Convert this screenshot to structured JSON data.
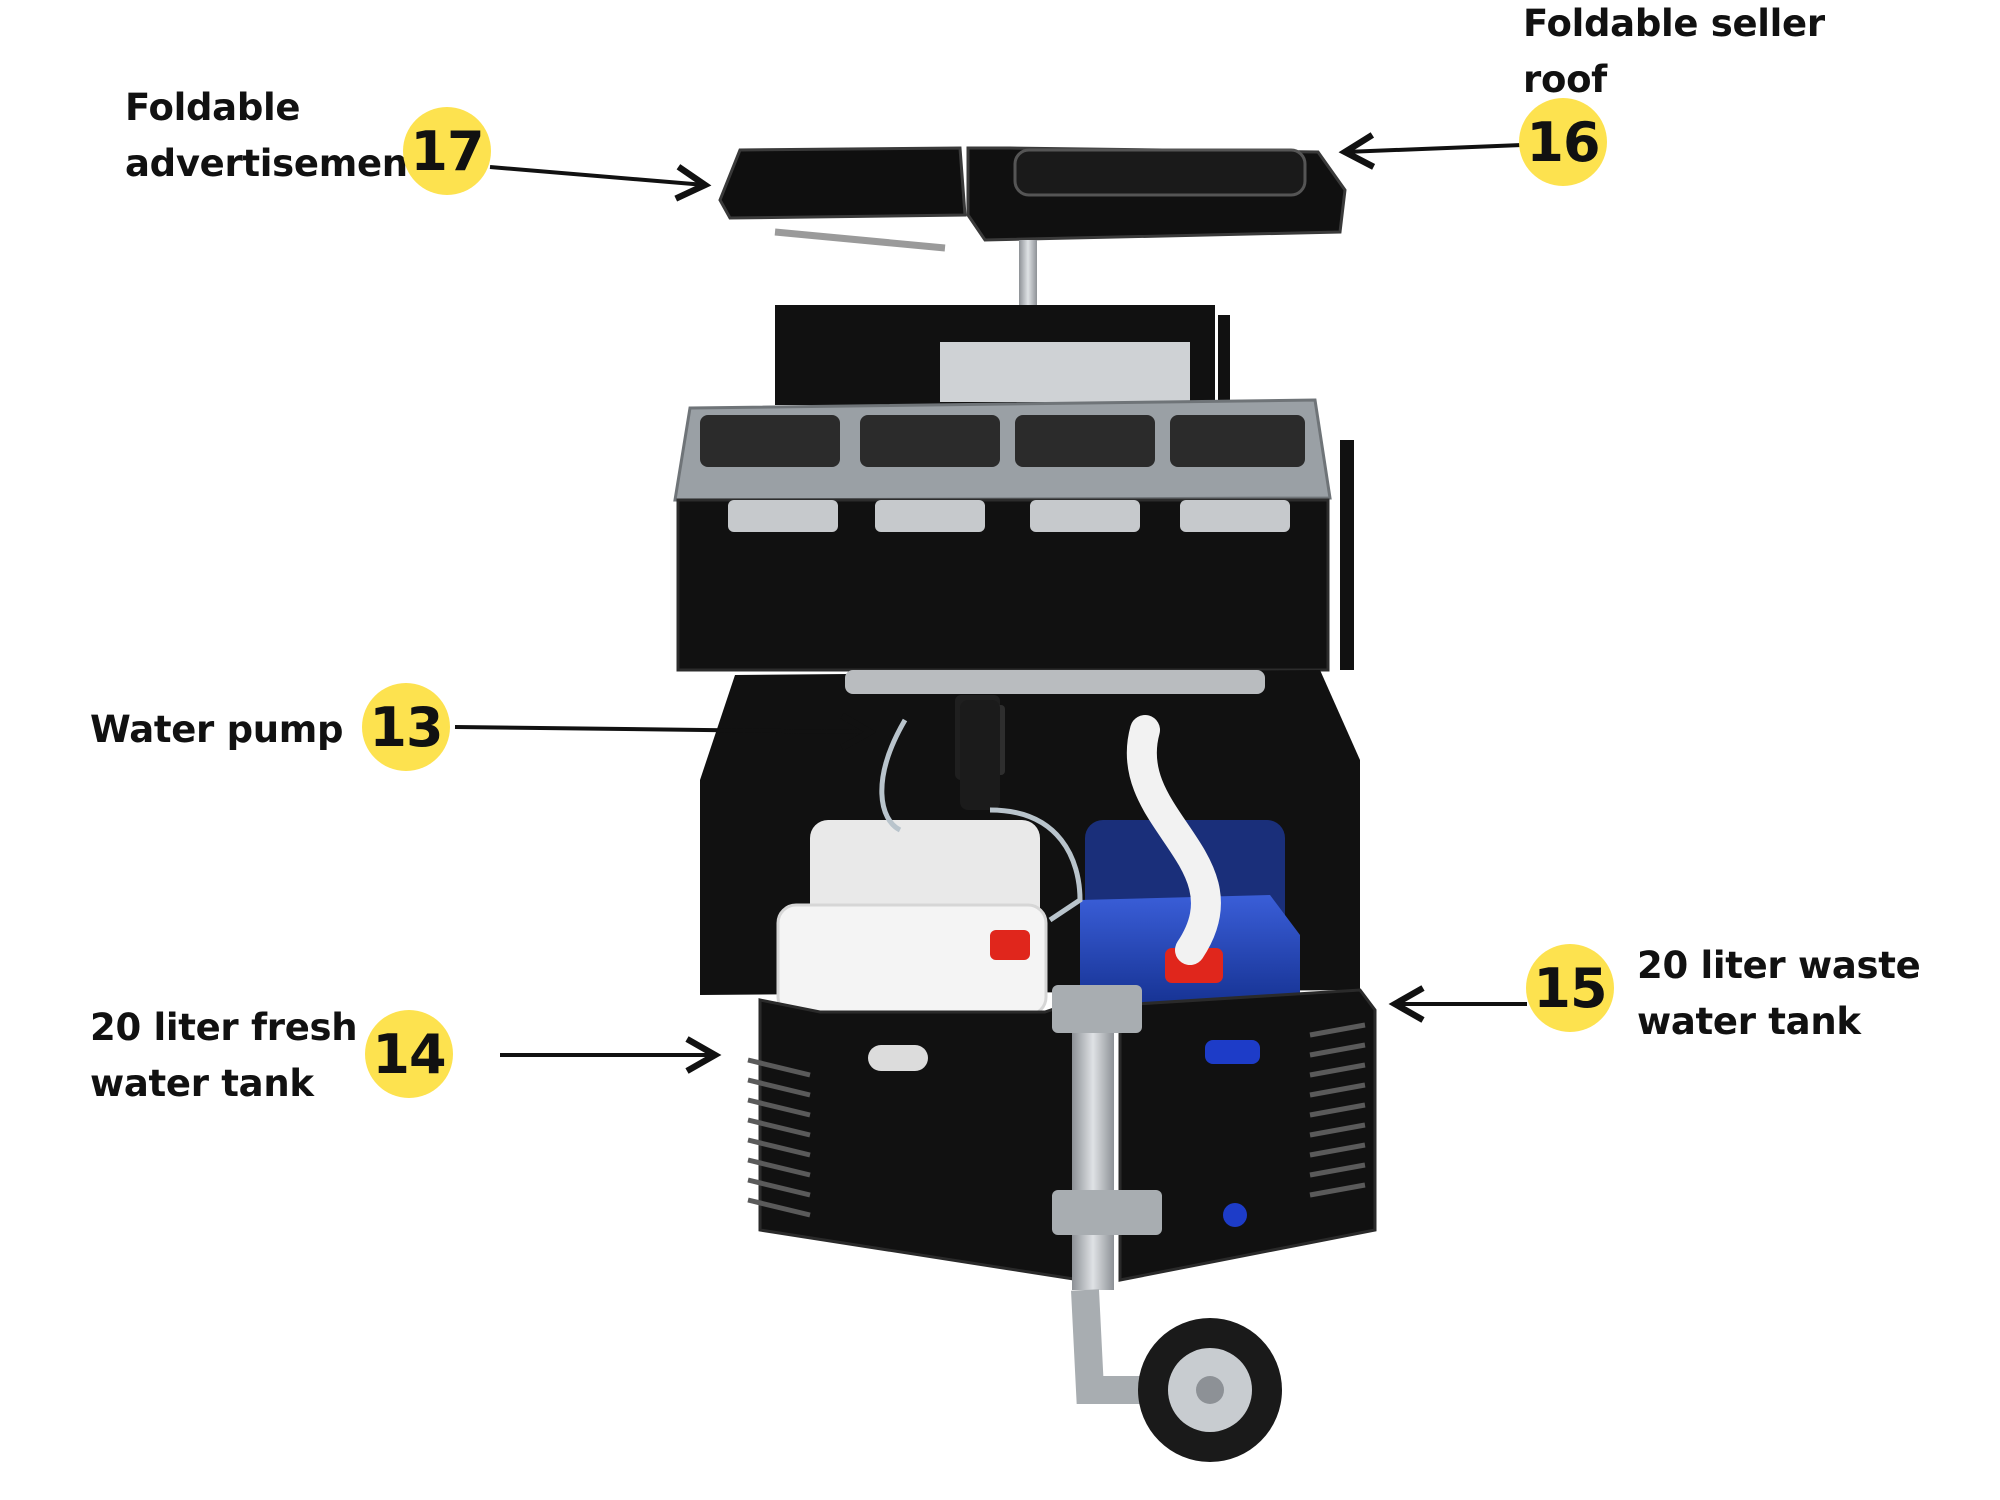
{
  "callouts": [
    {
      "number": "17",
      "label_lines": [
        "Foldable",
        "advertisement"
      ]
    },
    {
      "number": "16",
      "label_lines": [
        "Foldable seller",
        "roof"
      ]
    },
    {
      "number": "13",
      "label_lines": [
        "Water pump"
      ]
    },
    {
      "number": "14",
      "label_lines": [
        "20 liter fresh",
        "water tank"
      ]
    },
    {
      "number": "15",
      "label_lines": [
        "20 liter waste",
        "water tank"
      ]
    }
  ],
  "colors": {
    "badge": "#fde24f",
    "text": "#111111",
    "arrow": "#111111",
    "cart_body": "#111111",
    "steel": "#b8bcc0",
    "fresh_tank": "#f4f4f4",
    "waste_tank": "#1f3fb4",
    "cap": "#e0261c"
  }
}
